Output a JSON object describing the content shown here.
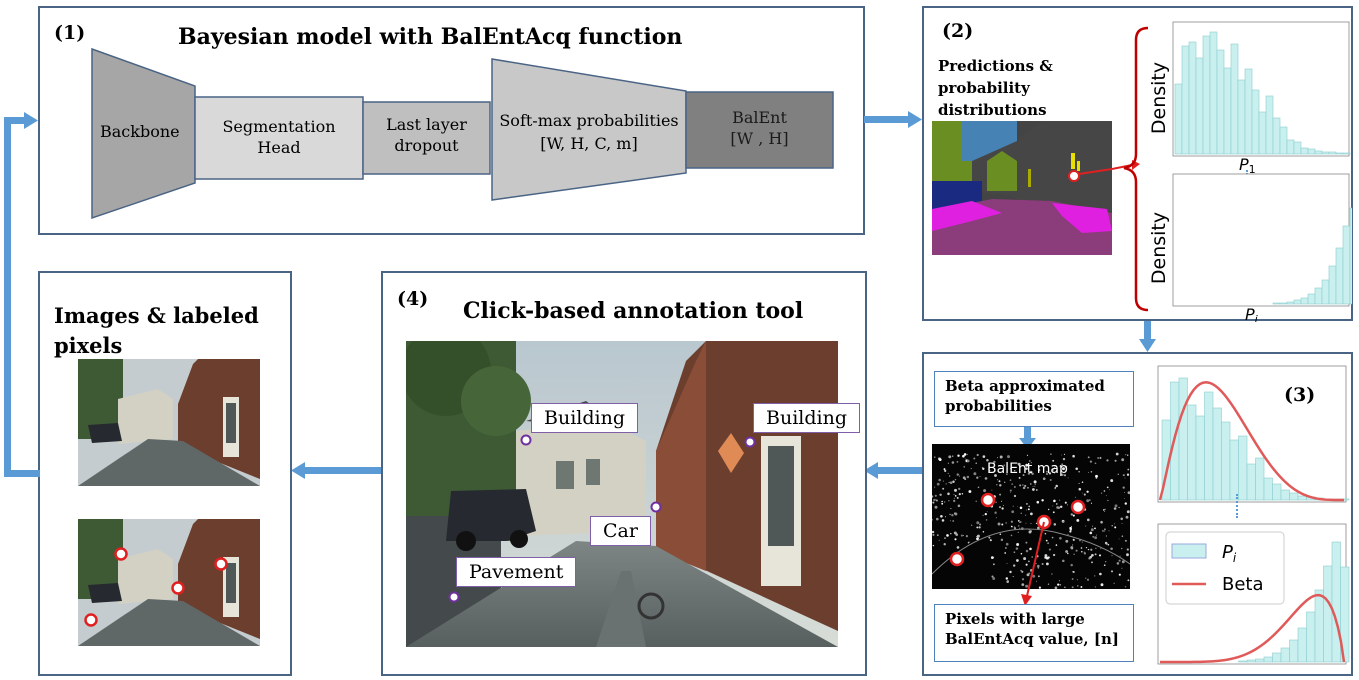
{
  "panel1": {
    "number": "(1)",
    "title": "Bayesian model with BalEntAcq function",
    "blocks": {
      "backbone": "Backbone",
      "seg_head_line1": "Segmentation",
      "seg_head_line2": "Head",
      "dropout_line1": "Last layer",
      "dropout_line2": "dropout",
      "softmax_line1": "Soft-max probabilities",
      "softmax_line2": "[W, H, C, m]",
      "balent_line1": "BalEnt",
      "balent_line2": "[W , H]"
    }
  },
  "panel2": {
    "number": "(2)",
    "label_line1": "Predictions &",
    "label_line2": "probability",
    "label_line3": "distributions",
    "hist_ylabel": "Density",
    "hist1_xlabel": "P",
    "hist1_sub": "1",
    "hist2_xlabel": "P",
    "hist2_sub": "i"
  },
  "panel3": {
    "number": "(3)",
    "beta_box_line1": "Beta approximated",
    "beta_box_line2": "probabilities",
    "map_label": "BalEnt map",
    "pixels_box_line1": "Pixels with large",
    "pixels_box_line2": "BalEntAcq value, [n]",
    "legend_pi": "P",
    "legend_pi_sub": "i",
    "legend_beta": "Beta"
  },
  "panel4": {
    "number": "(4)",
    "title": "Click-based annotation tool",
    "labels": {
      "building_left": "Building",
      "building_right": "Building",
      "car": "Car",
      "pavement": "Pavement"
    }
  },
  "panel5": {
    "title_line1": "Images & labeled",
    "title_line2": "pixels"
  },
  "colors": {
    "panel_border": "#4a6485",
    "arrow": "#5b9bd5",
    "hist_fill": "#c9efef",
    "beta_curve": "#e05a5a",
    "brace": "#c00000",
    "marker": "#e02020"
  }
}
